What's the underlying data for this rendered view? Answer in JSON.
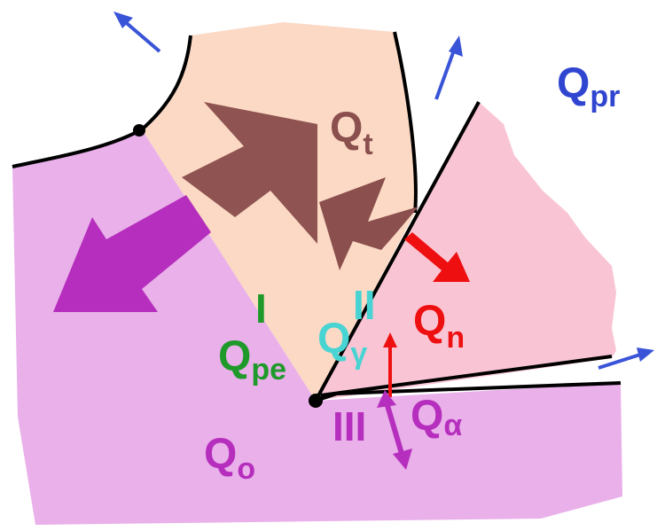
{
  "labels": {
    "q_pr": {
      "main": "Q",
      "sub": "pr"
    },
    "q_t": {
      "main": "Q",
      "sub": "t"
    },
    "q_pe": {
      "main": "Q",
      "sub": "pe"
    },
    "q_gamma": {
      "main": "Q",
      "sub": "γ"
    },
    "q_n": {
      "main": "Q",
      "sub": "n"
    },
    "q_alpha": {
      "main": "Q",
      "sub": "α"
    },
    "q_o": {
      "main": "Q",
      "sub": "o"
    }
  },
  "zones": {
    "zone_1": "I",
    "zone_2": "II",
    "zone_3": "III"
  },
  "colors": {
    "workpiece": "#e9b0ea",
    "chip": "#fbd9c5",
    "tool": "#f9c5d5",
    "outline": "#000000",
    "heat_flow_brown": "#8b4f4d",
    "heat_flow_magenta": "#b62ebd",
    "heat_to_tool_red": "#ee1010",
    "environment_arrow_blue": "#3a54d8",
    "q_pr_text": "#3045d0",
    "q_t_text": "#8b4f4d",
    "q_pe_text": "#1f9a2a",
    "q_gamma_text": "#48d4d2",
    "q_n_text": "#ee1010",
    "q_alpha_text": "#b62ebd",
    "q_o_text": "#b62ebd"
  }
}
